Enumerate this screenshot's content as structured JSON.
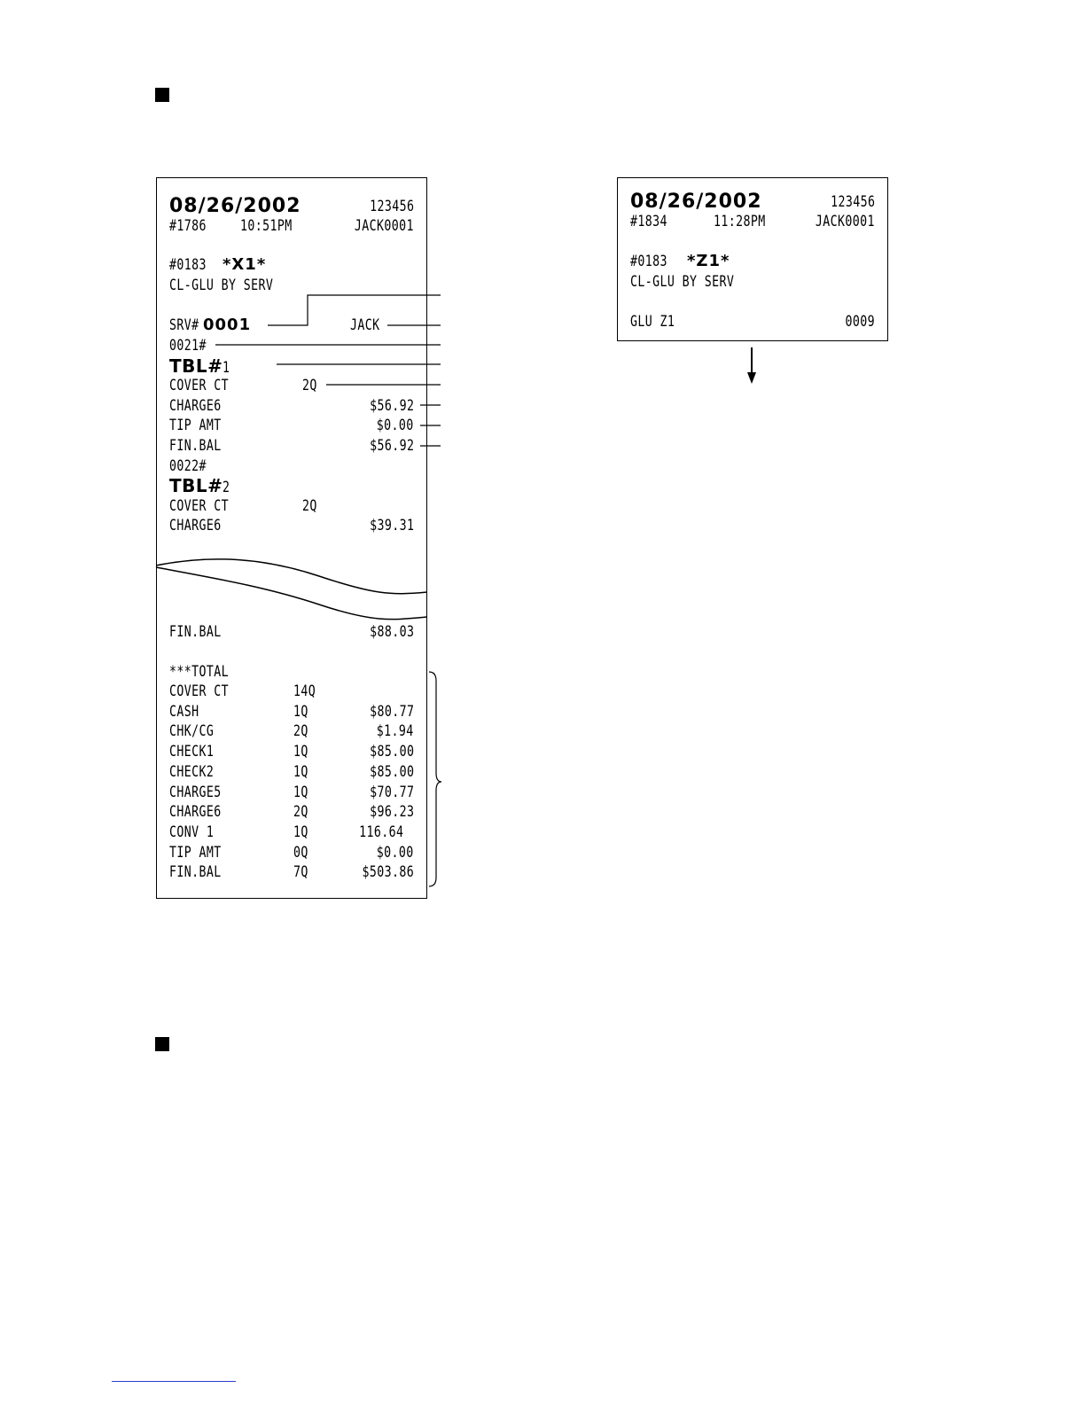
{
  "x_report": {
    "header": {
      "date": "08/26/2002",
      "machine_no": "123456",
      "consecutive_no": "#1786",
      "time": "10:51PM",
      "clerk": "JACK0001"
    },
    "report_line": {
      "counter": "#0183",
      "mode_mark": "*X1*"
    },
    "report_title": "CL-GLU BY SERV",
    "server": {
      "label": "SRV#",
      "code": "0001",
      "name": "JACK"
    },
    "entries_top": [
      {
        "type": "plain",
        "label": "0021#"
      },
      {
        "type": "table",
        "label": "TBL#",
        "num": "1"
      },
      {
        "type": "line",
        "label": "COVER CT",
        "qty": "2Q",
        "amount": ""
      },
      {
        "type": "line",
        "label": "CHARGE6",
        "qty": "",
        "amount": "$56.92"
      },
      {
        "type": "line",
        "label": "TIP AMT",
        "qty": "",
        "amount": "$0.00"
      },
      {
        "type": "line",
        "label": "FIN.BAL",
        "qty": "",
        "amount": "$56.92"
      },
      {
        "type": "plain",
        "label": "0022#"
      },
      {
        "type": "table",
        "label": "TBL#",
        "num": "2"
      },
      {
        "type": "line",
        "label": "COVER CT",
        "qty": "2Q",
        "amount": ""
      },
      {
        "type": "line",
        "label": "CHARGE6",
        "qty": "",
        "amount": "$39.31"
      }
    ],
    "fin_bal_line": {
      "label": "FIN.BAL",
      "amount": "$88.03"
    },
    "total_heading": "***TOTAL",
    "totals": [
      {
        "label": "COVER CT",
        "qty": "14Q",
        "amount": ""
      },
      {
        "label": "CASH",
        "qty": "1Q",
        "amount": "$80.77"
      },
      {
        "label": "CHK/CG",
        "qty": "2Q",
        "amount": "$1.94"
      },
      {
        "label": "CHECK1",
        "qty": "1Q",
        "amount": "$85.00"
      },
      {
        "label": "CHECK2",
        "qty": "1Q",
        "amount": "$85.00"
      },
      {
        "label": "CHARGE5",
        "qty": "1Q",
        "amount": "$70.77"
      },
      {
        "label": "CHARGE6",
        "qty": "2Q",
        "amount": "$96.23"
      },
      {
        "label": "CONV 1",
        "qty": "1Q",
        "amount": "116.64"
      },
      {
        "label": "TIP AMT",
        "qty": "0Q",
        "amount": "$0.00"
      },
      {
        "label": "FIN.BAL",
        "qty": "7Q",
        "amount": "$503.86"
      }
    ]
  },
  "z_report": {
    "header": {
      "date": "08/26/2002",
      "machine_no": "123456",
      "consecutive_no": "#1834",
      "time": "11:28PM",
      "clerk": "JACK0001"
    },
    "report_line": {
      "counter": "#0183",
      "mode_mark": "*Z1*"
    },
    "report_title": "CL-GLU BY SERV",
    "glu_line": {
      "label": "GLU Z1",
      "value": "0009"
    }
  }
}
